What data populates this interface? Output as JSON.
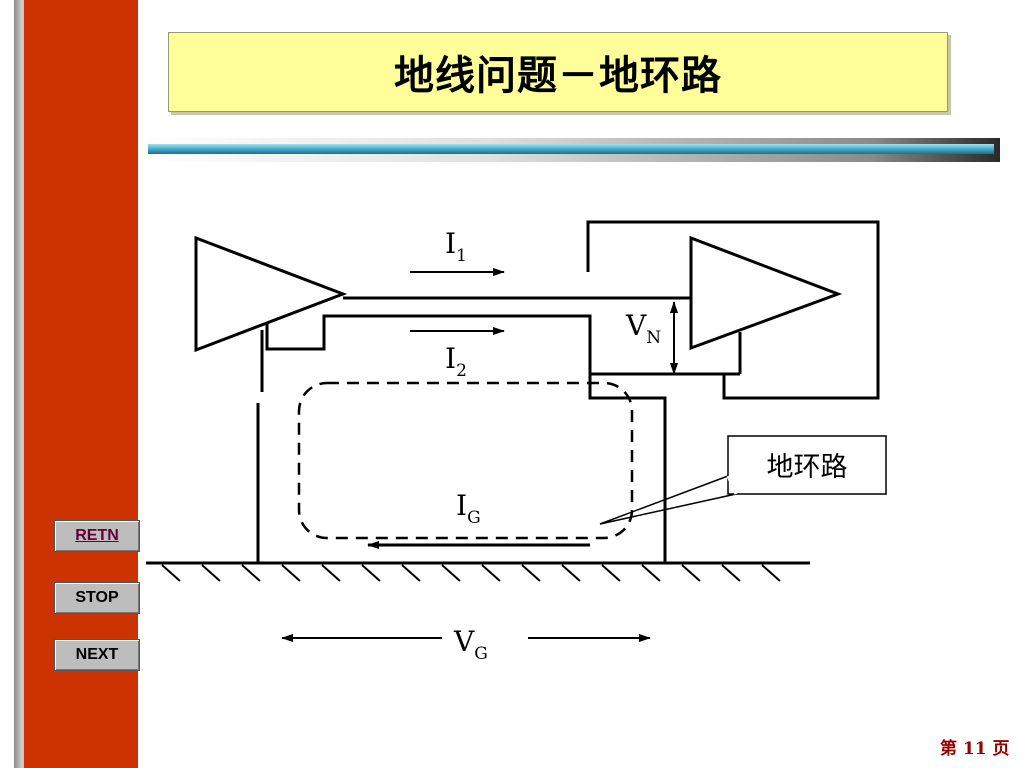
{
  "title": "地线问题－地环路",
  "nav": {
    "retn": "RETN",
    "stop": "STOP",
    "next": "NEXT"
  },
  "diagram": {
    "i1": "I",
    "i1_sub": "1",
    "i2": "I",
    "i2_sub": "2",
    "vn": "V",
    "vn_sub": "N",
    "ig": "I",
    "ig_sub": "G",
    "vg": "V",
    "vg_sub": "G",
    "callout": "地环路"
  },
  "footer": {
    "page_prefix": "第 ",
    "page_number": "11",
    "page_suffix": " 页"
  },
  "colors": {
    "sidebar": "#cc3300",
    "title_bg": "#ffff99",
    "page_number": "#990000"
  }
}
